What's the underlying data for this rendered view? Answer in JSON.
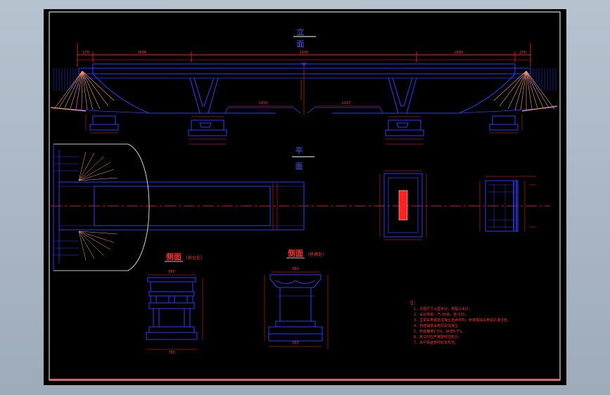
{
  "titles": {
    "elevation_top": "立",
    "elevation_bottom": "面",
    "plan_top": "平",
    "plan_bottom": "面",
    "side_left": "侧面",
    "side_left_note": "（桥台处）",
    "side_right": "侧面",
    "side_right_note": "（桥墩处）"
  },
  "dimensions": {
    "span_left": "1800",
    "span_mid": "3200",
    "span_right": "1800",
    "end_left": "270",
    "end_right": "270",
    "ground_left": "1155",
    "ground_right": "1115",
    "side_top_width": "680",
    "side_base_width": "780",
    "pier_cap_width": "880",
    "pier_base_width": "560"
  },
  "notes": {
    "heading": "注：",
    "lines": [
      "1、本图尺寸以厘米计，高程以米计。",
      "2、设计荷载：汽-20级，挂-100。",
      "3、主梁采用钢筋混凝土连续刚构，桥墩基础采用钻孔灌注桩。",
      "4、桥面铺装采用沥青混凝土。",
      "5、桥面横坡1.5%，纵坡0.5%。",
      "6、施工时应严格按规范执行。",
      "7、未尽事宜参照有关规范。"
    ]
  },
  "colors": {
    "structure": "#1a2cff",
    "dimension": "#ff2020",
    "centerline": "#ff3030",
    "fill": "#ff2222",
    "background": "#000000",
    "hatch": "#ffa070"
  }
}
